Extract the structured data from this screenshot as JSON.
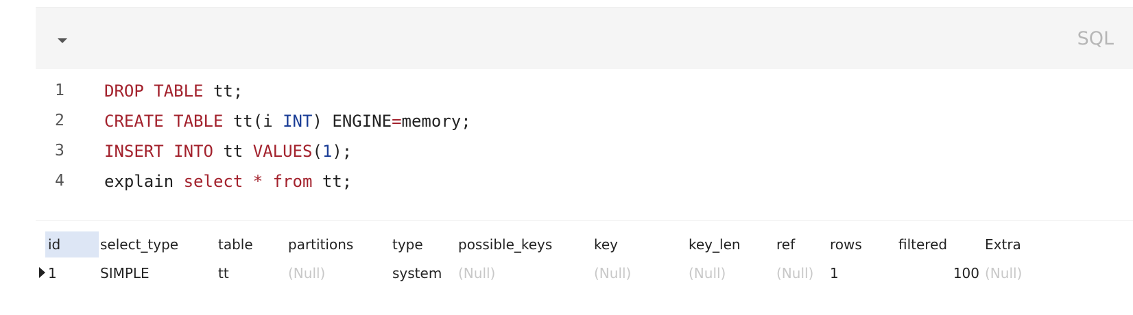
{
  "editor": {
    "language": "SQL",
    "lines": [
      {
        "num": "1",
        "tokens": [
          {
            "t": "DROP",
            "c": "kw"
          },
          {
            "t": " ",
            "c": "pl"
          },
          {
            "t": "TABLE",
            "c": "kw"
          },
          {
            "t": " tt;",
            "c": "pl"
          }
        ]
      },
      {
        "num": "2",
        "tokens": [
          {
            "t": "CREATE",
            "c": "kw"
          },
          {
            "t": " ",
            "c": "pl"
          },
          {
            "t": "TABLE",
            "c": "kw"
          },
          {
            "t": " tt(i ",
            "c": "pl"
          },
          {
            "t": "INT",
            "c": "type"
          },
          {
            "t": ") ENGINE",
            "c": "pl"
          },
          {
            "t": "=",
            "c": "kw"
          },
          {
            "t": "memory;",
            "c": "pl"
          }
        ]
      },
      {
        "num": "3",
        "tokens": [
          {
            "t": "INSERT",
            "c": "kw"
          },
          {
            "t": " ",
            "c": "pl"
          },
          {
            "t": "INTO",
            "c": "kw"
          },
          {
            "t": " tt ",
            "c": "pl"
          },
          {
            "t": "VALUES",
            "c": "kw"
          },
          {
            "t": "(",
            "c": "pl"
          },
          {
            "t": "1",
            "c": "num"
          },
          {
            "t": ");",
            "c": "pl"
          }
        ]
      },
      {
        "num": "4",
        "tokens": [
          {
            "t": "explain ",
            "c": "pl"
          },
          {
            "t": "select",
            "c": "kw"
          },
          {
            "t": " ",
            "c": "pl"
          },
          {
            "t": "*",
            "c": "kw"
          },
          {
            "t": " ",
            "c": "pl"
          },
          {
            "t": "from",
            "c": "kw"
          },
          {
            "t": " tt;",
            "c": "pl"
          }
        ]
      }
    ]
  },
  "result": {
    "columns": [
      "id",
      "select_type",
      "table",
      "partitions",
      "type",
      "possible_keys",
      "key",
      "key_len",
      "ref",
      "rows",
      "filtered",
      "Extra"
    ],
    "rows": [
      [
        "1",
        "SIMPLE",
        "tt",
        "(Null)",
        "system",
        "(Null)",
        "(Null)",
        "(Null)",
        "(Null)",
        "1",
        "100",
        "(Null)"
      ]
    ]
  }
}
